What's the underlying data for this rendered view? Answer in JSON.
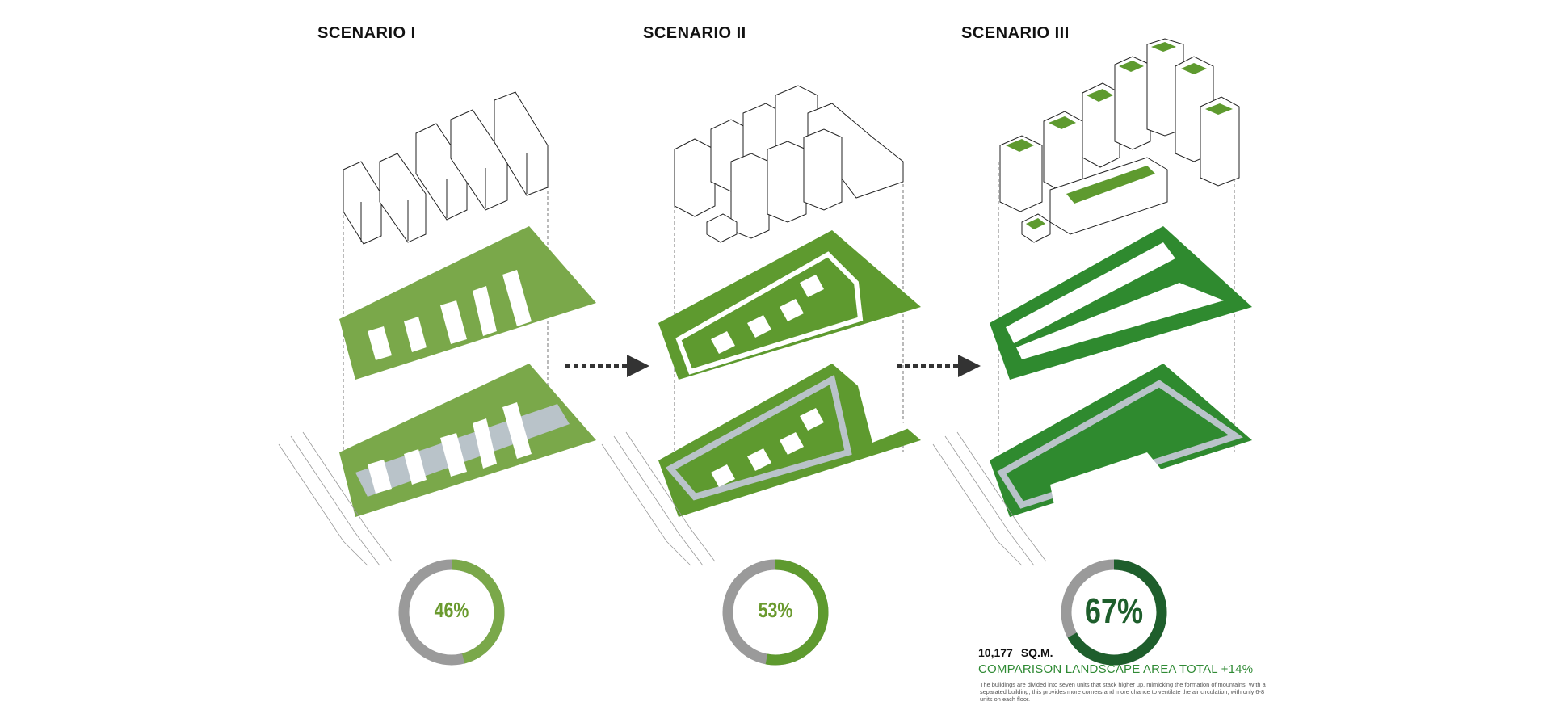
{
  "scenarios": [
    {
      "title": "SCENARIO I",
      "landscape_pct": 46,
      "label": "46%"
    },
    {
      "title": "SCENARIO II",
      "landscape_pct": 53,
      "label": "53%"
    },
    {
      "title": "SCENARIO III",
      "landscape_pct": 67,
      "label": "67%"
    }
  ],
  "summary": {
    "area_value": "10,177",
    "area_unit": "SQ.M.",
    "comparison": "COMPARISON LANDSCAPE AREA TOTAL +14%",
    "description": "The buildings are divided into seven units that stack higher up, mimicking the formation of mountains. With a separated building, this provides more corners and more chance to ventilate the air circulation, with only 6-8 units on each floor."
  },
  "colors": {
    "light_green": "#7aa84a",
    "mid_green": "#5e9a2f",
    "dark_green": "#2f8a2f",
    "deep_green": "#1e5e2c",
    "ring_gray": "#9a9a9a",
    "road_gray": "#b9c3c9"
  }
}
